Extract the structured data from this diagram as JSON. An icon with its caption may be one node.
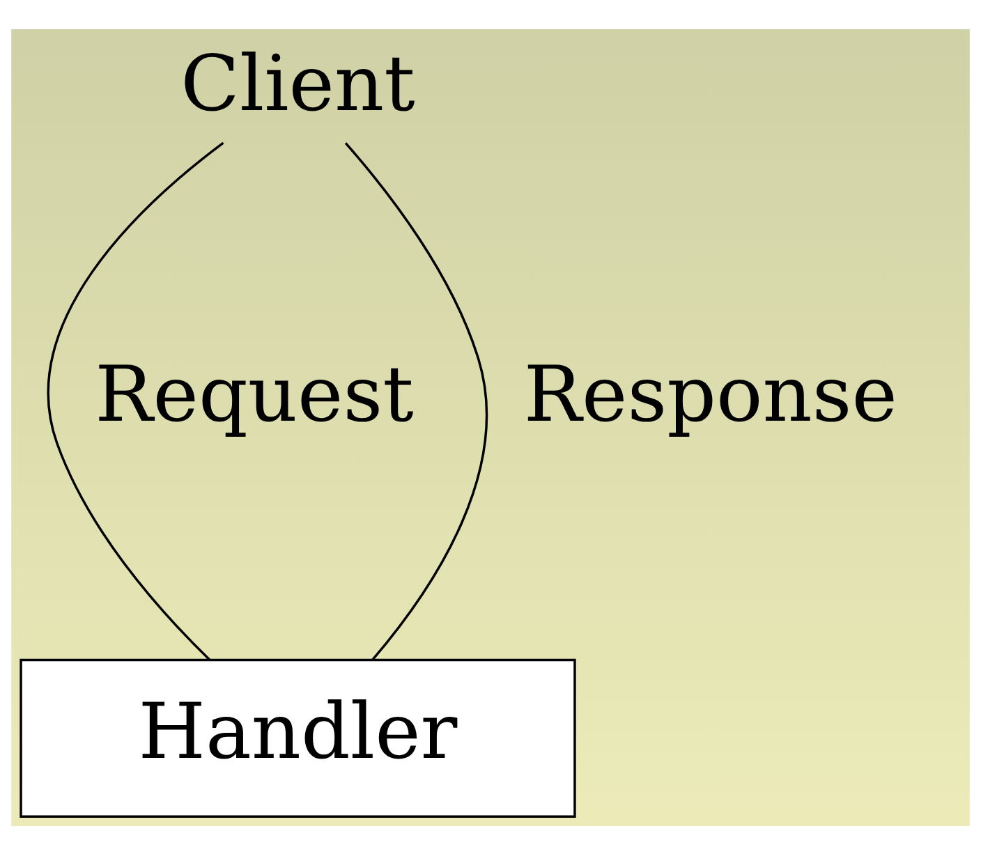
{
  "diagram": {
    "nodes": [
      {
        "text": [
          "Client"
        ]
      },
      {
        "text": [
          "Handler"
        ]
      }
    ],
    "edges": [
      {
        "from": 0,
        "to": 1,
        "arrow": "none",
        "label": "Request"
      },
      {
        "from": 0,
        "to": 1,
        "arrow": "none",
        "label": "Response"
      }
    ]
  }
}
